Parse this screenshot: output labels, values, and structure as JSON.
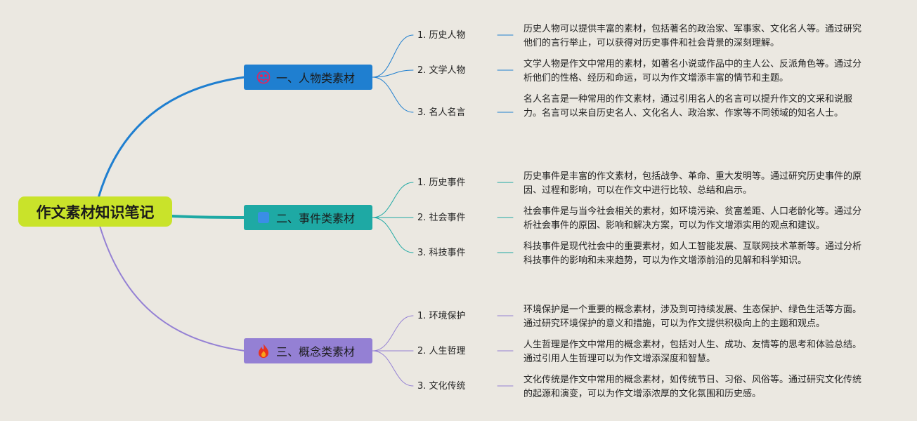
{
  "root": {
    "label": "作文素材知识笔记"
  },
  "colors": {
    "background": "#ebe8e1",
    "root_fill": "#c9e32a",
    "branch1": "#1f7fd0",
    "branch2": "#1ea9a4",
    "branch3": "#9480d4"
  },
  "branches": [
    {
      "label": "一、人物类素材",
      "icon": "people-icon",
      "color": "#1f7fd0",
      "leaves": [
        {
          "label": "1. 历史人物",
          "desc": "历史人物可以提供丰富的素材，包括著名的政治家、军事家、文化名人等。通过研究他们的言行举止，可以获得对历史事件和社会背景的深刻理解。"
        },
        {
          "label": "2. 文学人物",
          "desc": "文学人物是作文中常用的素材，如著名小说或作品中的主人公、反派角色等。通过分析他们的性格、经历和命运，可以为作文增添丰富的情节和主题。"
        },
        {
          "label": "3. 名人名言",
          "desc": "名人名言是一种常用的作文素材，通过引用名人的名言可以提升作文的文采和说服力。名言可以来自历史名人、文化名人、政治家、作家等不同领域的知名人士。"
        }
      ]
    },
    {
      "label": "二、事件类素材",
      "icon": "square-icon",
      "color": "#1ea9a4",
      "leaves": [
        {
          "label": "1. 历史事件",
          "desc": "历史事件是丰富的作文素材，包括战争、革命、重大发明等。通过研究历史事件的原因、过程和影响，可以在作文中进行比较、总结和启示。"
        },
        {
          "label": "2. 社会事件",
          "desc": "社会事件是与当今社会相关的素材，如环境污染、贫富差距、人口老龄化等。通过分析社会事件的原因、影响和解决方案，可以为作文增添实用的观点和建议。"
        },
        {
          "label": "3. 科技事件",
          "desc": "科技事件是现代社会中的重要素材，如人工智能发展、互联网技术革新等。通过分析科技事件的影响和未来趋势，可以为作文增添前沿的见解和科学知识。"
        }
      ]
    },
    {
      "label": "三、概念类素材",
      "icon": "fire-icon",
      "color": "#9480d4",
      "leaves": [
        {
          "label": "1. 环境保护",
          "desc": "环境保护是一个重要的概念素材，涉及到可持续发展、生态保护、绿色生活等方面。通过研究环境保护的意义和措施，可以为作文提供积极向上的主题和观点。"
        },
        {
          "label": "2. 人生哲理",
          "desc": "人生哲理是作文中常用的概念素材，包括对人生、成功、友情等的思考和体验总结。通过引用人生哲理可以为作文增添深度和智慧。"
        },
        {
          "label": "3. 文化传统",
          "desc": "文化传统是作文中常用的概念素材，如传统节日、习俗、风俗等。通过研究文化传统的起源和演变，可以为作文增添浓厚的文化氛围和历史感。"
        }
      ]
    }
  ]
}
